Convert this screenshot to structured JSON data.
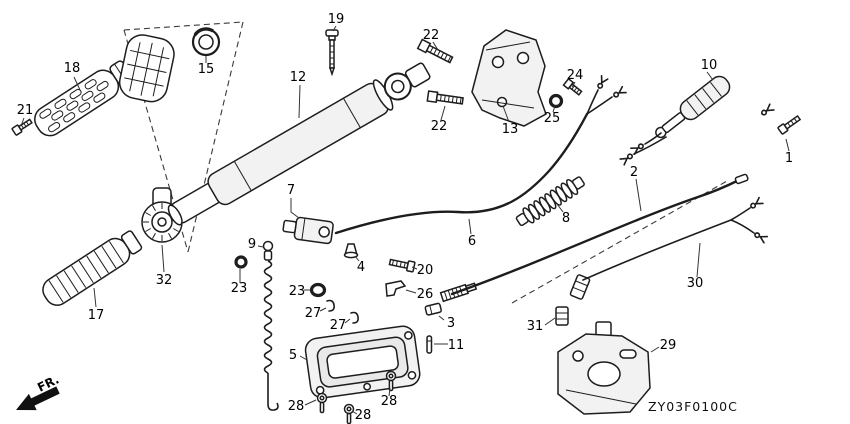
{
  "diagram": {
    "code": "ZY03F0100C",
    "direction_label": "FR.",
    "callouts": [
      "21",
      "18",
      "15",
      "32",
      "17",
      "19",
      "12",
      "22",
      "22",
      "13",
      "24",
      "25",
      "10",
      "1",
      "2",
      "30",
      "8",
      "6",
      "7",
      "9",
      "23",
      "23",
      "4",
      "20",
      "26",
      "27",
      "27",
      "3",
      "11",
      "5",
      "28",
      "28",
      "28",
      "31",
      "29"
    ]
  }
}
